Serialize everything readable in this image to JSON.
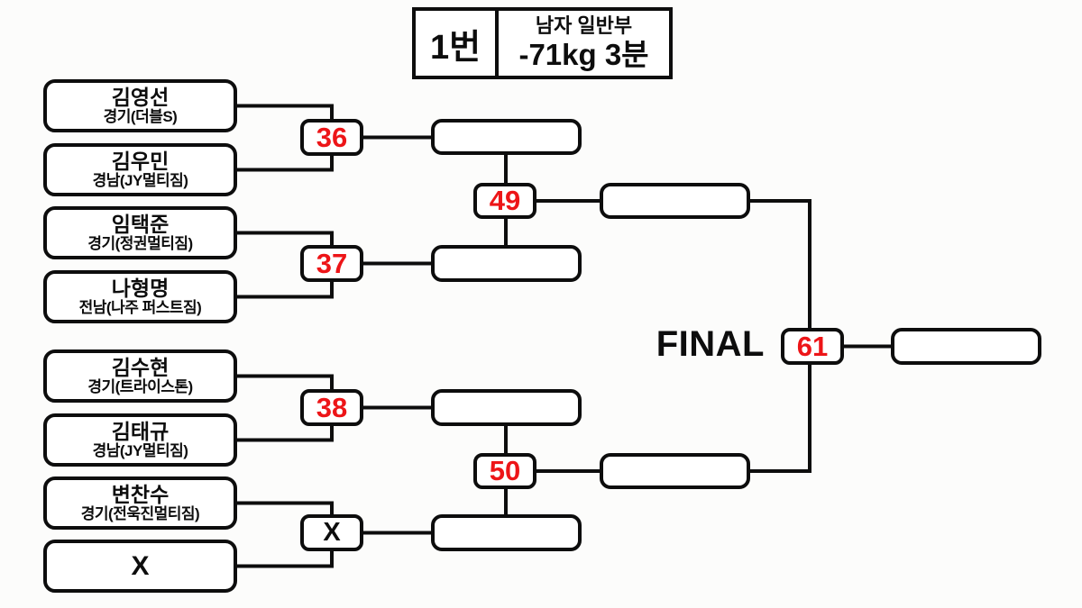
{
  "header": {
    "bracket_number": "1번",
    "division_line1": "남자 일반부",
    "division_line2": "-71kg 3분"
  },
  "final_label": "FINAL",
  "colors": {
    "line": "#0d0d0d",
    "match_number_red": "#ed1518",
    "text": "#0d0d0d",
    "background": "#fcfcfb",
    "box_fill": "#ffffff"
  },
  "players": [
    {
      "name": "김영선",
      "team": "경기(더블S)"
    },
    {
      "name": "김우민",
      "team": "경남(JY멀티짐)"
    },
    {
      "name": "임택준",
      "team": "경기(정권멀티짐)"
    },
    {
      "name": "나형명",
      "team": "전남(나주 퍼스트짐)"
    },
    {
      "name": "김수현",
      "team": "경기(트라이스톤)"
    },
    {
      "name": "김태규",
      "team": "경남(JY멀티짐)"
    },
    {
      "name": "변찬수",
      "team": "경기(전욱진멀티짐)"
    },
    {
      "name": "X",
      "team": ""
    }
  ],
  "match_numbers": {
    "round1": [
      "36",
      "37",
      "38",
      "X"
    ],
    "round2": [
      "49",
      "50"
    ],
    "final": "61"
  }
}
